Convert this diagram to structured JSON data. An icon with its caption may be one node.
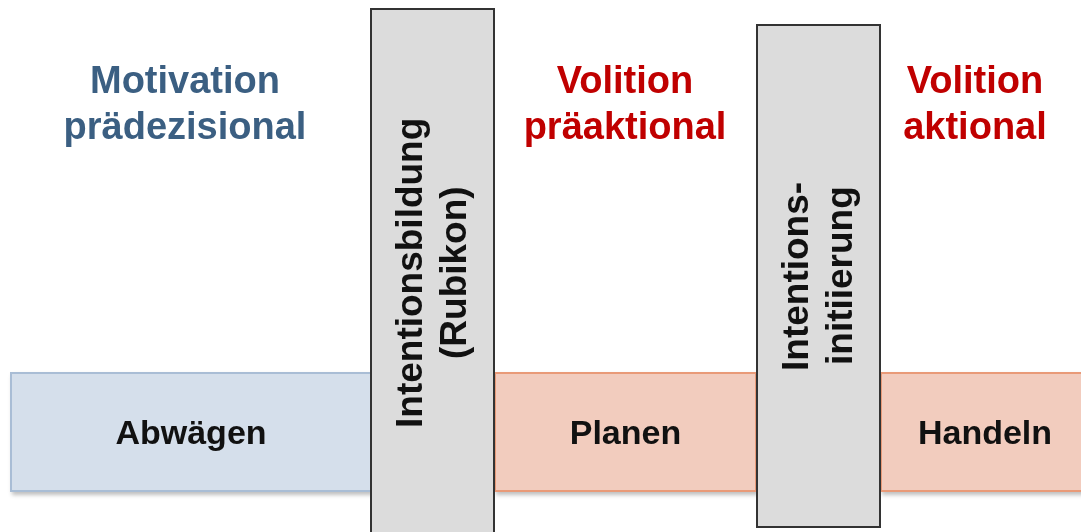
{
  "diagram": {
    "nodes": [
      {
        "text": [
          "Abwägen"
        ]
      },
      {
        "text": [
          "Intentionsbildung (Rubikon)"
        ]
      },
      {
        "text": [
          "Planen"
        ]
      },
      {
        "text": [
          "Intentions- initiierung"
        ]
      },
      {
        "text": [
          "Handeln"
        ]
      }
    ],
    "labels": [
      "Motivation prädezisional",
      "Volition präaktional",
      "Volition aktional"
    ]
  }
}
